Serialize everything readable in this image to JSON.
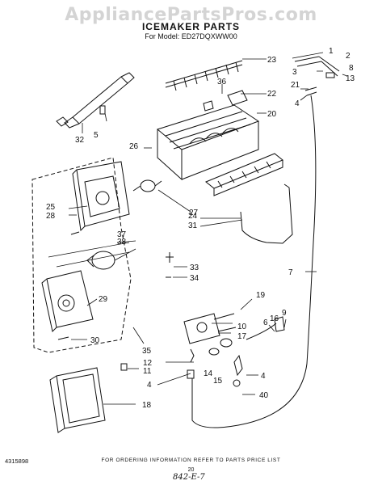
{
  "watermark": "AppliancePartsPros.com",
  "title": "ICEMAKER PARTS",
  "model": "For Model: ED27DQXWW00",
  "order_note": "FOR ORDERING INFORMATION REFER TO PARTS PRICE LIST",
  "page_number": "20",
  "doc_code": "4315898",
  "handwritten": "842-E-7",
  "callouts": [
    "1",
    "2",
    "3",
    "4",
    "5",
    "6",
    "7",
    "8",
    "9",
    "10",
    "11",
    "12",
    "13",
    "14",
    "15",
    "16",
    "17",
    "18",
    "19",
    "20",
    "21",
    "22",
    "23",
    "24",
    "25",
    "26",
    "27",
    "28",
    "29",
    "30",
    "31",
    "32",
    "33",
    "34",
    "35",
    "36",
    "37",
    "38",
    "40",
    "4",
    "4",
    "4"
  ]
}
